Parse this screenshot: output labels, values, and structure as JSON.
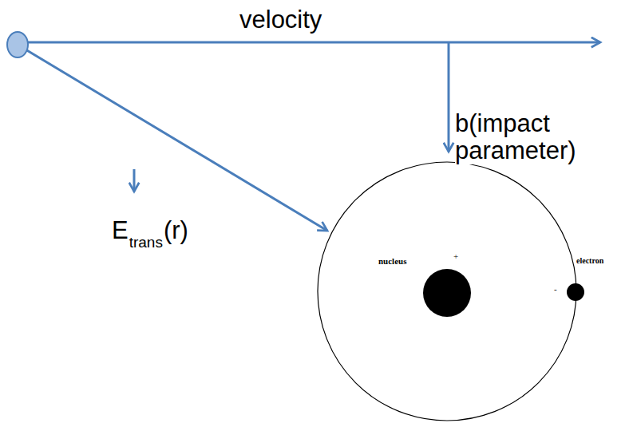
{
  "diagram": {
    "labels": [
      "velocity",
      "b(impact parameter)",
      "E",
      "trans",
      "(r)",
      "nucleus",
      "+",
      "electron",
      "-"
    ]
  }
}
